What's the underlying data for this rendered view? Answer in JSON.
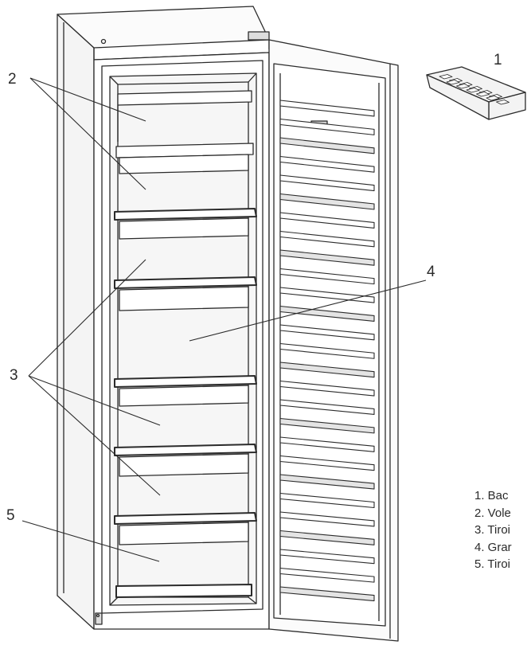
{
  "callouts": {
    "c1": "1",
    "c2": "2",
    "c3": "3",
    "c4": "4",
    "c5": "5"
  },
  "legend": [
    "1. Bac",
    "2. Vole",
    "3. Tiroi",
    "4. Grar",
    "5. Tiroi"
  ],
  "colors": {
    "line": "#2b2b2b",
    "panel": "#f2f2f2",
    "background": "#ffffff"
  }
}
